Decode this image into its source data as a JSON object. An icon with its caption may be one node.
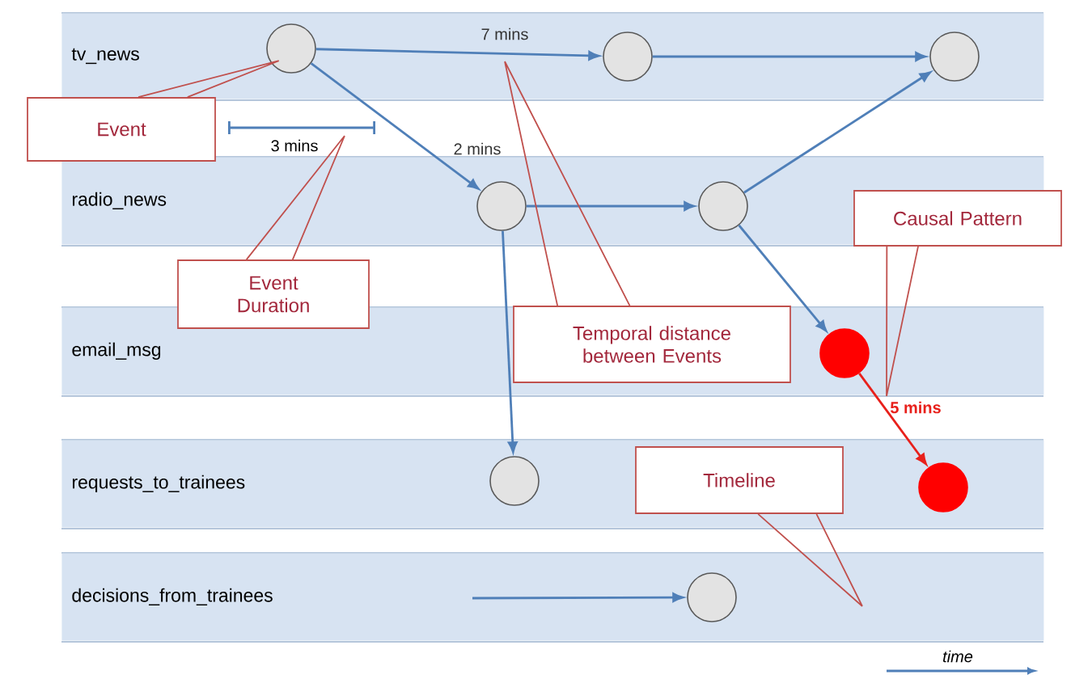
{
  "diagram": {
    "nodes": [
      {
        "text": [
          "tv_news"
        ]
      },
      {
        "text": [
          "radio_news"
        ]
      },
      {
        "text": [
          "email_msg"
        ]
      },
      {
        "text": [
          "requests_to_trainees"
        ]
      },
      {
        "text": [
          "decisions_from_trainees"
        ]
      },
      {
        "text": [],
        "shape": "circle",
        "in": 0
      },
      {
        "text": [],
        "shape": "circle",
        "in": 0
      },
      {
        "text": [],
        "shape": "circle",
        "in": 0
      },
      {
        "text": [],
        "shape": "circle",
        "in": 1
      },
      {
        "text": [],
        "shape": "circle",
        "in": 1
      },
      {
        "text": [],
        "shape": "circle",
        "in": 2
      },
      {
        "text": [],
        "shape": "circle",
        "in": 3
      },
      {
        "text": [],
        "shape": "circle",
        "in": 3
      },
      {
        "text": [],
        "shape": "circle",
        "in": 4
      },
      {
        "text": [
          "Event"
        ]
      },
      {
        "text": [
          "Event Duration"
        ]
      },
      {
        "text": [
          "Temporal distance between Events"
        ],
        "in": 2
      },
      {
        "text": [
          "Causal Pattern"
        ]
      },
      {
        "text": [
          "Timeline"
        ],
        "in": 3
      }
    ],
    "edges": [
      {
        "from": 5,
        "to": 6,
        "arrow": "to",
        "label": "7 mins"
      },
      {
        "from": 6,
        "to": 7,
        "arrow": "to"
      },
      {
        "from": 5,
        "to": 8,
        "arrow": "to",
        "label": "2 mins"
      },
      {
        "from": 8,
        "to": 9,
        "arrow": "to"
      },
      {
        "from": 9,
        "to": 7,
        "arrow": "to"
      },
      {
        "from": 9,
        "to": 10,
        "arrow": "to"
      },
      {
        "from": 8,
        "to": 11,
        "arrow": "to"
      },
      {
        "from": null,
        "to": 13,
        "arrow": "to"
      },
      {
        "from": 10,
        "to": 12,
        "arrow": "to",
        "label": "5 mins",
        "color": "#e8201b"
      },
      {
        "from": 14,
        "to": 5,
        "arrow": "none",
        "color": "#c0504d"
      },
      {
        "from": 15,
        "to": null,
        "arrow": "none",
        "color": "#c0504d"
      },
      {
        "from": 16,
        "to": null,
        "arrow": "none",
        "color": "#c0504d"
      },
      {
        "from": 17,
        "to": null,
        "arrow": "none",
        "color": "#c0504d"
      },
      {
        "from": 18,
        "to": null,
        "arrow": "none",
        "color": "#c0504d"
      }
    ],
    "labels": [
      "3 mins",
      "time"
    ]
  }
}
